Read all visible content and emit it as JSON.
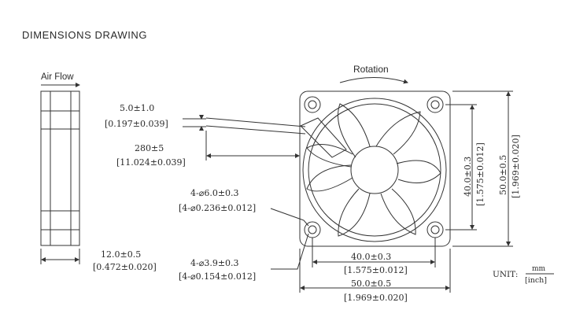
{
  "title": "DIMENSIONS DRAWING",
  "side_view": {
    "airflow_label": "Air Flow",
    "thickness_mm": "12.0±0.5",
    "thickness_in": "[0.472±0.020]"
  },
  "front_view": {
    "rotation_label": "Rotation",
    "lead_strip_mm": "5.0±1.0",
    "lead_strip_in": "[0.197±0.039]",
    "lead_length_mm": "280±5",
    "lead_length_in": "[11.024±0.039]",
    "outer_hole_mm": "4-⌀6.0±0.3",
    "outer_hole_in": "[4-⌀0.236±0.012]",
    "inner_hole_mm": "4-⌀3.9±0.3",
    "inner_hole_in": "[4-⌀0.154±0.012]",
    "hole_pitch_h_mm": "40.0±0.3",
    "hole_pitch_h_in": "[1.575±0.012]",
    "width_mm": "50.0±0.5",
    "width_in": "[1.969±0.020]",
    "hole_pitch_v_mm": "40.0±0.3",
    "hole_pitch_v_in": "[1.575±0.012]",
    "height_mm": "50.0±0.5",
    "height_in": "[1.969±0.020]"
  },
  "unit": {
    "label": "UNIT:",
    "numerator": "mm",
    "denominator": "[inch]"
  }
}
